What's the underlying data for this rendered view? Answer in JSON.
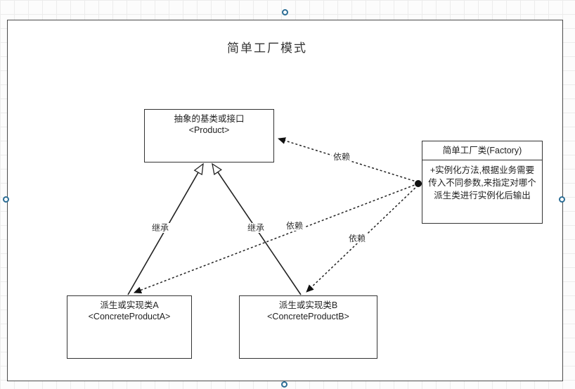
{
  "diagram": {
    "title": "简单工厂模式",
    "nodes": {
      "product": {
        "line1": "抽象的基类或接口",
        "line2": "<Product>"
      },
      "factory": {
        "header": "简单工厂类(Factory)",
        "body": "+实例化方法,根据业务需要传入不同参数,来指定对哪个派生类进行实例化后输出"
      },
      "concreteA": {
        "line1": "派生或实现类A",
        "line2": "<ConcreteProductA>"
      },
      "concreteB": {
        "line1": "派生或实现类B",
        "line2": "<ConcreteProductB>"
      }
    },
    "edges": {
      "inheritA": "继承",
      "inheritB": "继承",
      "dependProduct": "依赖",
      "dependA": "依赖",
      "dependB": "依赖"
    },
    "colors": {
      "line": "#222222",
      "border": "#333333",
      "handle": "#2b6d95"
    }
  }
}
